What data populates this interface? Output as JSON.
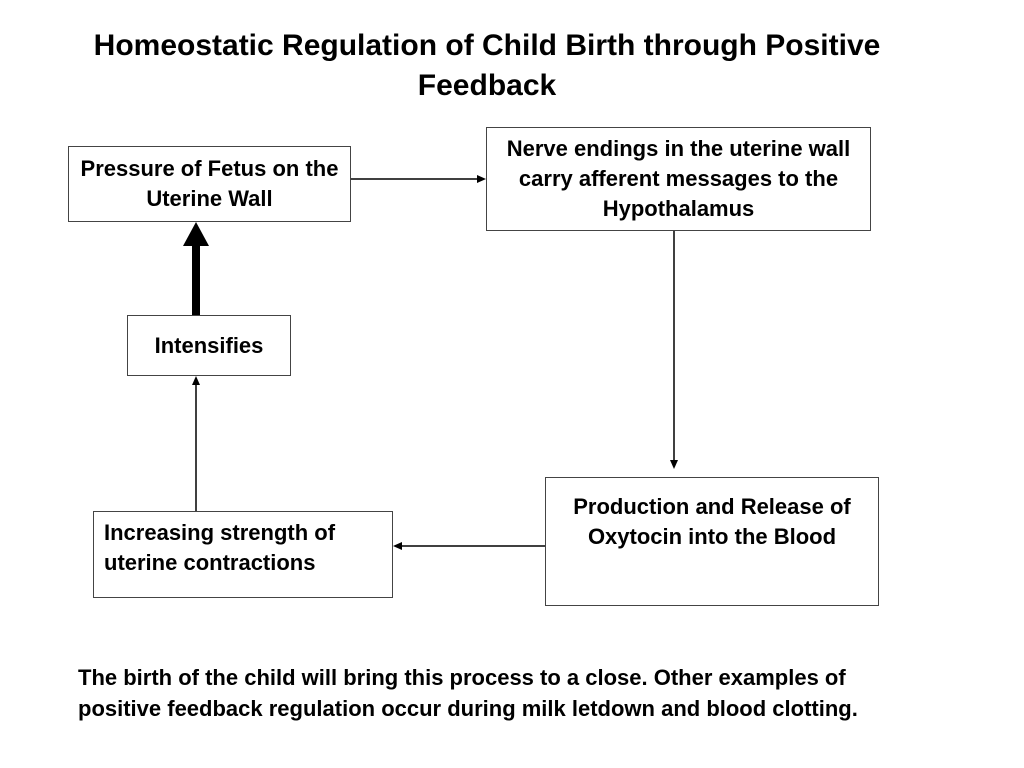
{
  "title": "Homeostatic Regulation of Child Birth through Positive Feedback",
  "boxes": {
    "pressure": "Pressure of Fetus on the Uterine Wall",
    "nerve": "Nerve endings in the uterine wall carry afferent messages to the Hypothalamus",
    "intensifies": "Intensifies",
    "oxytocin": "Production and Release of Oxytocin into the Blood",
    "increasing": "Increasing strength of uterine contractions"
  },
  "footer": "The birth of the child will bring this process to a close.  Other examples of positive feedback regulation occur during milk letdown and blood clotting."
}
